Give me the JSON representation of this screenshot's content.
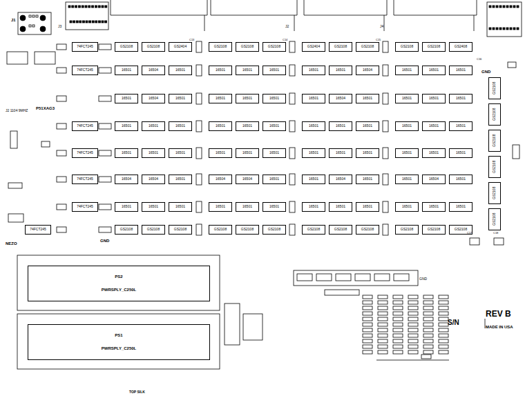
{
  "diagram": {
    "nodes": [
      {
        "text": [
          "74FCT245"
        ]
      },
      {
        "text": [
          "74FCT245"
        ]
      },
      {
        "text": [
          "74FCT245"
        ]
      },
      {
        "text": [
          "74FCT245"
        ]
      },
      {
        "text": [
          "74FCT245"
        ]
      },
      {
        "text": [
          "74FCT245"
        ]
      },
      {
        "text": [
          "74FCT245"
        ]
      },
      {
        "text": [
          "GS2108"
        ]
      },
      {
        "text": [
          "GS2108"
        ]
      },
      {
        "text": [
          "GS2404"
        ]
      },
      {
        "text": [
          "GS2108"
        ]
      },
      {
        "text": [
          "GS2108"
        ]
      },
      {
        "text": [
          "GS2108"
        ]
      },
      {
        "text": [
          "GS2404"
        ]
      },
      {
        "text": [
          "GS2108"
        ]
      },
      {
        "text": [
          "GS2108"
        ]
      },
      {
        "text": [
          "GS2108"
        ]
      },
      {
        "text": [
          "GS2108"
        ]
      },
      {
        "text": [
          "GS2408"
        ]
      },
      {
        "text": [
          "16501"
        ]
      },
      {
        "text": [
          "16504"
        ]
      },
      {
        "text": [
          "16501"
        ]
      },
      {
        "text": [
          "16501"
        ]
      },
      {
        "text": [
          "16501"
        ]
      },
      {
        "text": [
          "16501"
        ]
      },
      {
        "text": [
          "16501"
        ]
      },
      {
        "text": [
          "16501"
        ]
      },
      {
        "text": [
          "16504"
        ]
      },
      {
        "text": [
          "16501"
        ]
      },
      {
        "text": [
          "16501"
        ]
      },
      {
        "text": [
          "16501"
        ]
      },
      {
        "text": [
          "16501"
        ]
      },
      {
        "text": [
          "16504"
        ]
      },
      {
        "text": [
          "16501"
        ]
      },
      {
        "text": [
          "16501"
        ]
      },
      {
        "text": [
          "16501"
        ]
      },
      {
        "text": [
          "16501"
        ]
      },
      {
        "text": [
          "16501"
        ]
      },
      {
        "text": [
          "16504"
        ]
      },
      {
        "text": [
          "16501"
        ]
      },
      {
        "text": [
          "16501"
        ]
      },
      {
        "text": [
          "16501"
        ]
      },
      {
        "text": [
          "16501"
        ]
      },
      {
        "text": [
          "16501"
        ]
      },
      {
        "text": [
          "16501"
        ]
      },
      {
        "text": [
          "16501"
        ]
      },
      {
        "text": [
          "16501"
        ]
      },
      {
        "text": [
          "16501"
        ]
      },
      {
        "text": [
          "16501"
        ]
      },
      {
        "text": [
          "16501"
        ]
      },
      {
        "text": [
          "16501"
        ]
      },
      {
        "text": [
          "16501"
        ]
      },
      {
        "text": [
          "16501"
        ]
      },
      {
        "text": [
          "16501"
        ]
      },
      {
        "text": [
          "16501"
        ]
      },
      {
        "text": [
          "16501"
        ]
      },
      {
        "text": [
          "16501"
        ]
      },
      {
        "text": [
          "16501"
        ]
      },
      {
        "text": [
          "16501"
        ]
      },
      {
        "text": [
          "16501"
        ]
      },
      {
        "text": [
          "16501"
        ]
      },
      {
        "text": [
          "16501"
        ]
      },
      {
        "text": [
          "16501"
        ]
      },
      {
        "text": [
          "16501"
        ]
      },
      {
        "text": [
          "16501"
        ]
      },
      {
        "text": [
          "16501"
        ]
      },
      {
        "text": [
          "16501"
        ]
      },
      {
        "text": [
          "16504"
        ]
      },
      {
        "text": [
          "16504"
        ]
      },
      {
        "text": [
          "16501"
        ]
      },
      {
        "text": [
          "16504"
        ]
      },
      {
        "text": [
          "16504"
        ]
      },
      {
        "text": [
          "16501"
        ]
      },
      {
        "text": [
          "16501"
        ]
      },
      {
        "text": [
          "16504"
        ]
      },
      {
        "text": [
          "16501"
        ]
      },
      {
        "text": [
          "16501"
        ]
      },
      {
        "text": [
          "16504"
        ]
      },
      {
        "text": [
          "16501"
        ]
      },
      {
        "text": [
          "16501"
        ]
      },
      {
        "text": [
          "16501"
        ]
      },
      {
        "text": [
          "16501"
        ]
      },
      {
        "text": [
          "16501"
        ]
      },
      {
        "text": [
          "16501"
        ]
      },
      {
        "text": [
          "16501"
        ]
      },
      {
        "text": [
          "16501"
        ]
      },
      {
        "text": [
          "16501"
        ]
      },
      {
        "text": [
          "16501"
        ]
      },
      {
        "text": [
          "16501"
        ]
      },
      {
        "text": [
          "16501"
        ]
      },
      {
        "text": [
          "16501"
        ]
      },
      {
        "text": [
          "GS2108"
        ]
      },
      {
        "text": [
          "GS2108"
        ]
      },
      {
        "text": [
          "GS2108"
        ]
      },
      {
        "text": [
          "GS2108"
        ]
      },
      {
        "text": [
          "GS2108"
        ]
      },
      {
        "text": [
          "GS2108"
        ]
      },
      {
        "text": [
          "GS2108"
        ]
      },
      {
        "text": [
          "GS2108"
        ]
      },
      {
        "text": [
          "GS2108"
        ]
      },
      {
        "text": [
          "GS2108"
        ]
      },
      {
        "text": [
          "GS2108"
        ]
      },
      {
        "text": [
          "GS2108"
        ]
      },
      {
        "text": [
          "GS2108"
        ]
      },
      {
        "text": [
          "GS2108"
        ]
      },
      {
        "text": [
          "GS2108"
        ]
      },
      {
        "text": [
          "GS2108"
        ]
      },
      {
        "text": [
          "GS2108"
        ]
      },
      {
        "text": [
          "GS2108"
        ]
      },
      {
        "text": [
          "PS2",
          "PWRSPLY_C250L"
        ]
      },
      {
        "text": [
          "PS1",
          "PWRSPLY_C250L"
        ]
      }
    ],
    "labels": [
      "J1",
      "J3",
      "J2",
      "J4",
      "GND",
      "P51XAG3",
      "J2 1104 9MHZ",
      "GND",
      "NEZO",
      "GND",
      "S/N",
      "REV B",
      "MADE IN USA",
      "TOP SILK",
      "C13",
      "C14",
      "C15",
      "C16",
      "C17",
      "C18"
    ]
  }
}
